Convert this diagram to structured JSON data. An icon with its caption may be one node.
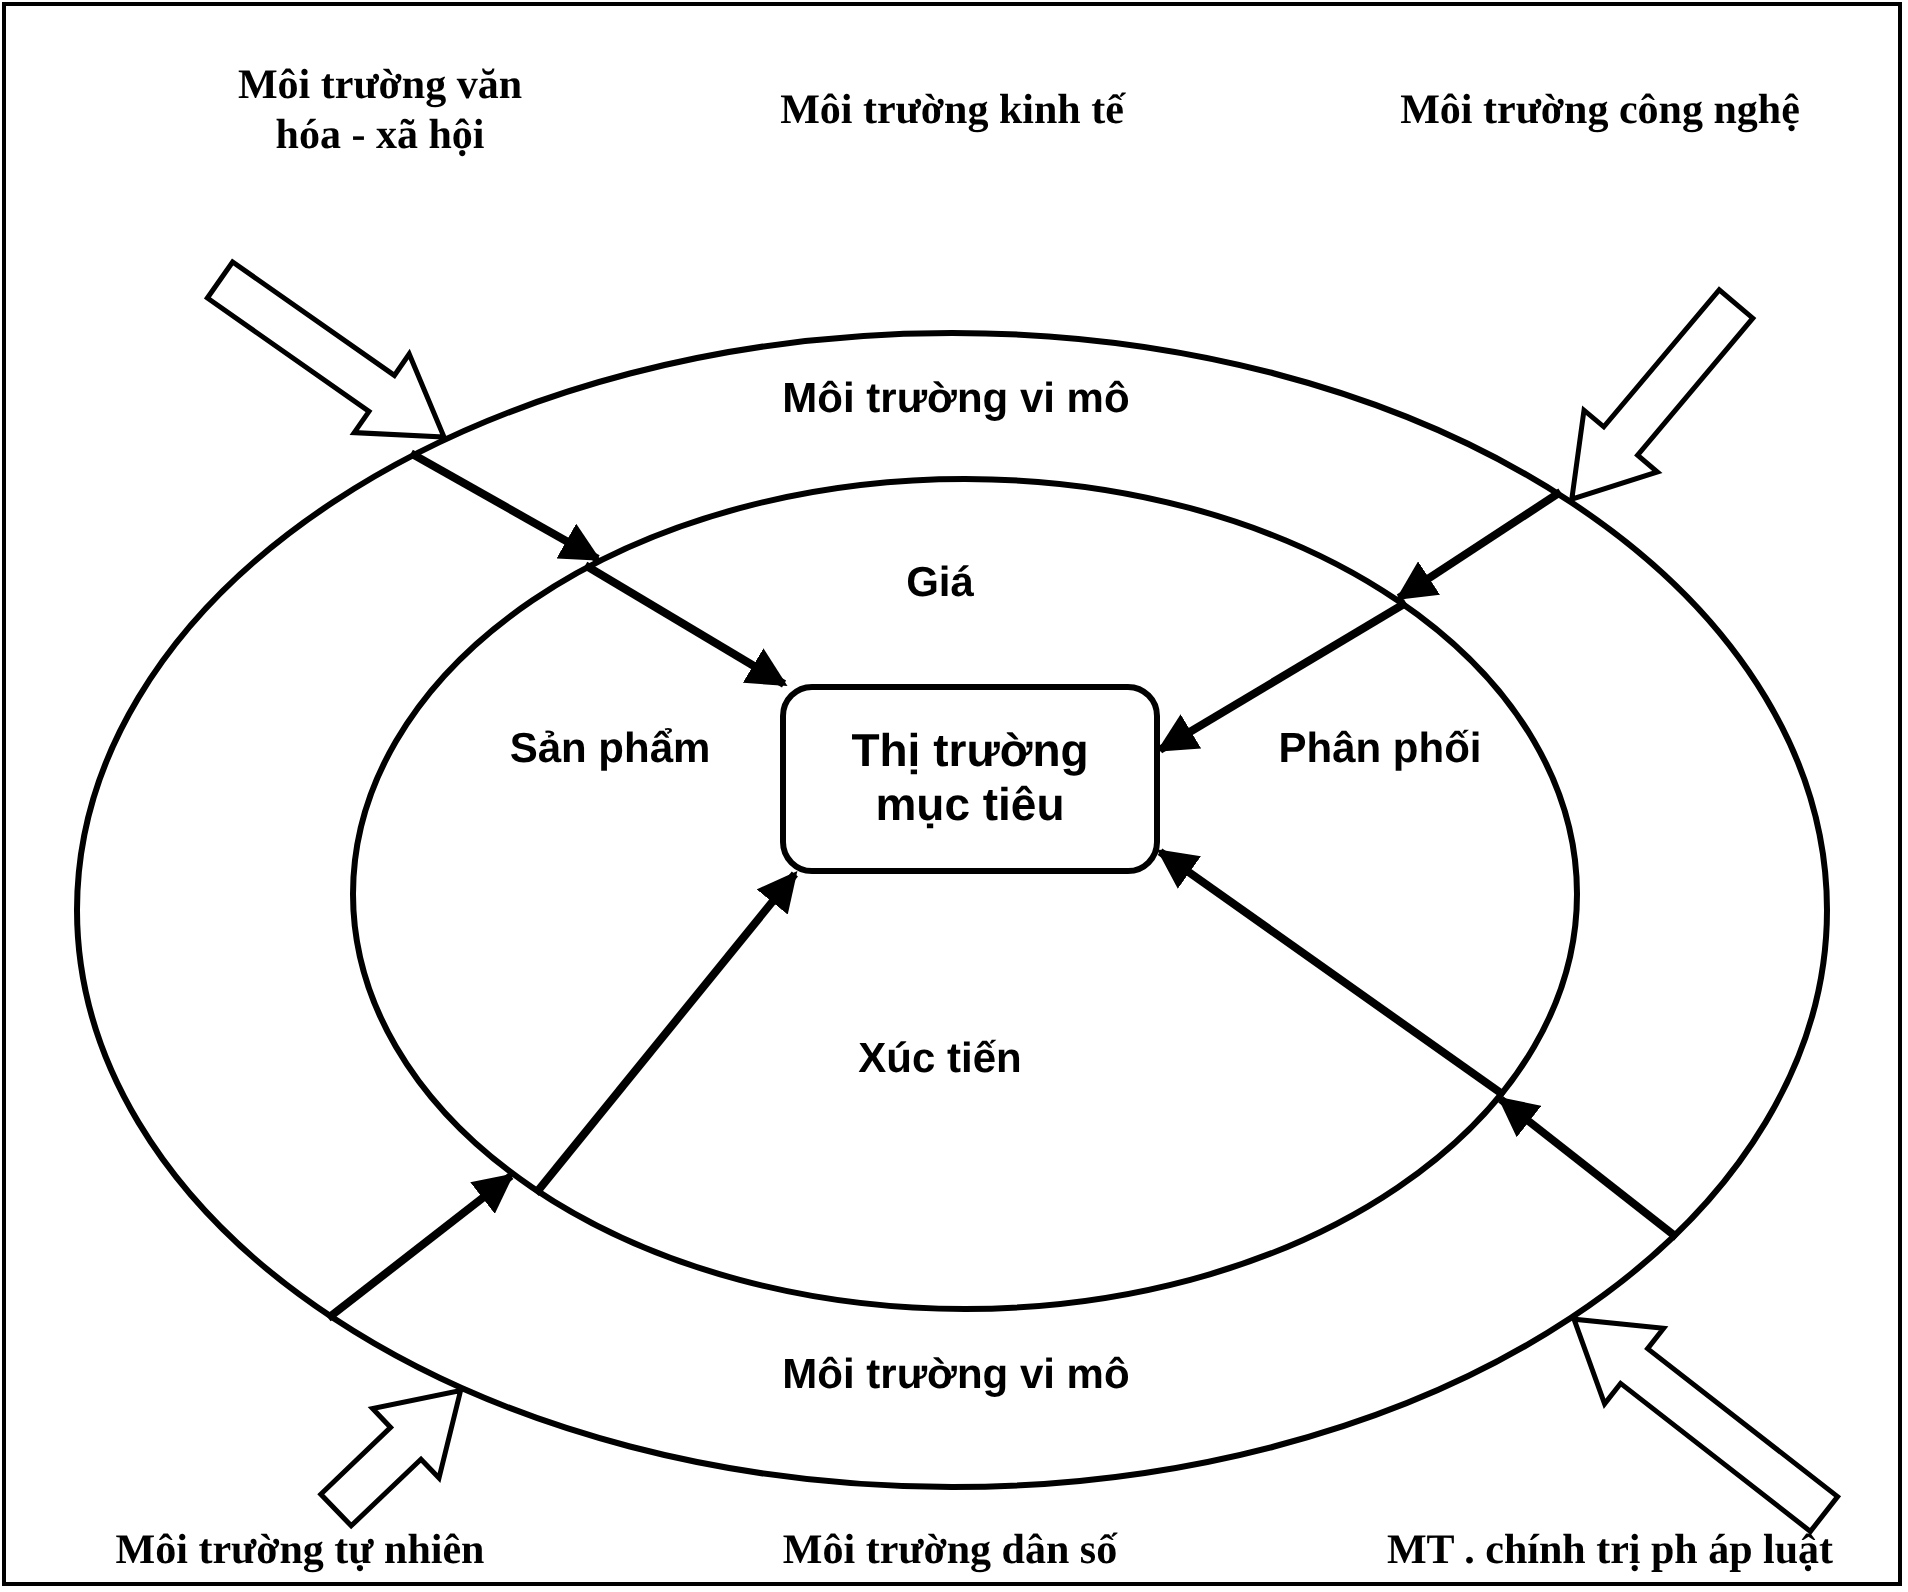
{
  "diagram": {
    "nodes": [
      {
        "text": [
          "Môi trường vi mô",
          "Môi trường vi mô"
        ]
      },
      {
        "text": [
          "Giá",
          "Sản phẩm",
          "Phân phối",
          "Xúc tiến"
        ],
        "in": 0
      },
      {
        "text": [
          "Thị trường mục tiêu"
        ],
        "in": 1
      }
    ],
    "edges": [
      {
        "from": null,
        "to": 0,
        "arrow": "to",
        "style": "thick"
      },
      {
        "from": null,
        "to": 0,
        "arrow": "to",
        "style": "thick"
      },
      {
        "from": null,
        "to": 0,
        "arrow": "to",
        "style": "thick"
      },
      {
        "from": null,
        "to": 0,
        "arrow": "to",
        "style": "thick"
      },
      {
        "from": 0,
        "to": 1,
        "arrow": "to"
      },
      {
        "from": 0,
        "to": 1,
        "arrow": "to"
      },
      {
        "from": 0,
        "to": 1,
        "arrow": "to"
      },
      {
        "from": 0,
        "to": 1,
        "arrow": "to"
      },
      {
        "from": 1,
        "to": 2,
        "arrow": "to"
      },
      {
        "from": 1,
        "to": 2,
        "arrow": "to"
      },
      {
        "from": 1,
        "to": 2,
        "arrow": "to"
      },
      {
        "from": 1,
        "to": 2,
        "arrow": "to"
      }
    ],
    "labels": [
      "Môi trường văn hóa - xã hội",
      "Môi trường kinh tế",
      "Môi trường công nghệ",
      "Môi trường tự nhiên",
      "Môi trường dân số",
      "MT . chính trị ph áp luật"
    ]
  }
}
